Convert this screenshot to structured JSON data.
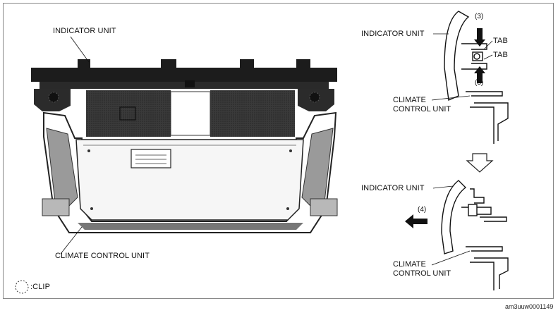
{
  "labels": {
    "left_indicator": "INDICATOR UNIT",
    "left_climate": "CLIMATE CONTROL UNIT",
    "clip_legend": ":CLIP",
    "right_top_indicator": "INDICATOR UNIT",
    "tab_upper": "TAB",
    "tab_lower": "TAB",
    "step3_upper": "(3)",
    "step3_lower": "(3)",
    "right_top_climate": "CLIMATE\nCONTROL UNIT",
    "right_bottom_indicator": "INDICATOR UNIT",
    "step4": "(4)",
    "right_bottom_climate": "CLIMATE\nCONTROL UNIT",
    "reference": "am3uuw0001149"
  }
}
